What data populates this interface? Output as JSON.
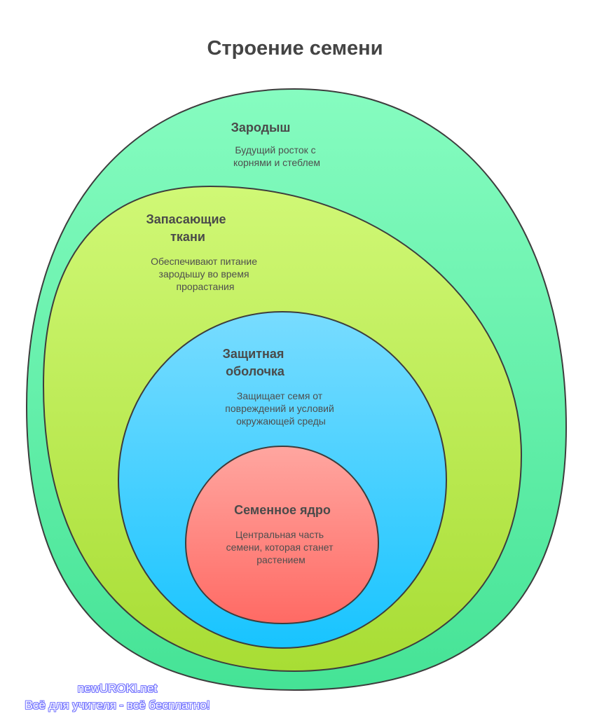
{
  "title": "Строение семени",
  "layers": [
    {
      "id": "embryo",
      "title_lines": [
        "Зародыш"
      ],
      "desc_lines": [
        "Будущий росток с",
        "корнями и стеблем"
      ],
      "colors": {
        "top": "#86fcc0",
        "bottom": "#45e396"
      }
    },
    {
      "id": "storage",
      "title_lines": [
        "Запасающие",
        "ткани"
      ],
      "desc_lines": [
        "Обеспечивают питание",
        "зародышу во время",
        "прорастания"
      ],
      "colors": {
        "top": "#d0f876",
        "bottom": "#a8dd34"
      }
    },
    {
      "id": "coat",
      "title_lines": [
        "Защитная",
        "оболочка"
      ],
      "desc_lines": [
        "Защищает семя от",
        "повреждений и условий",
        "окружающей среды"
      ],
      "colors": {
        "top": "#78dcff",
        "bottom": "#18c4ff"
      }
    },
    {
      "id": "core",
      "title_lines": [
        "Семенное ядро"
      ],
      "desc_lines": [
        "Центральная часть",
        "семени, которая станет",
        "растением"
      ],
      "colors": {
        "top": "#ffa6a0",
        "bottom": "#ff6a64"
      }
    }
  ],
  "outline_color": "#3d3d3d",
  "watermark": {
    "line1": "newUROKI.net",
    "line2": "Всё для учителя - всё бесплатно!"
  }
}
